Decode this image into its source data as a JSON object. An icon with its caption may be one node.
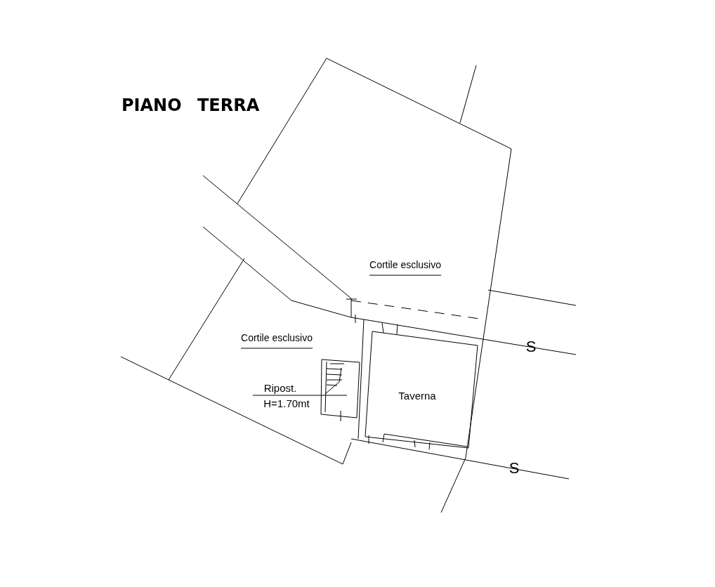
{
  "diagram": {
    "title": "PIANO TERRA",
    "labels": [
      "Cortile esclusivo",
      "Cortile esclusivo",
      "Ripost.",
      "H=1.70mt",
      "Taverna",
      "S",
      "S"
    ]
  }
}
